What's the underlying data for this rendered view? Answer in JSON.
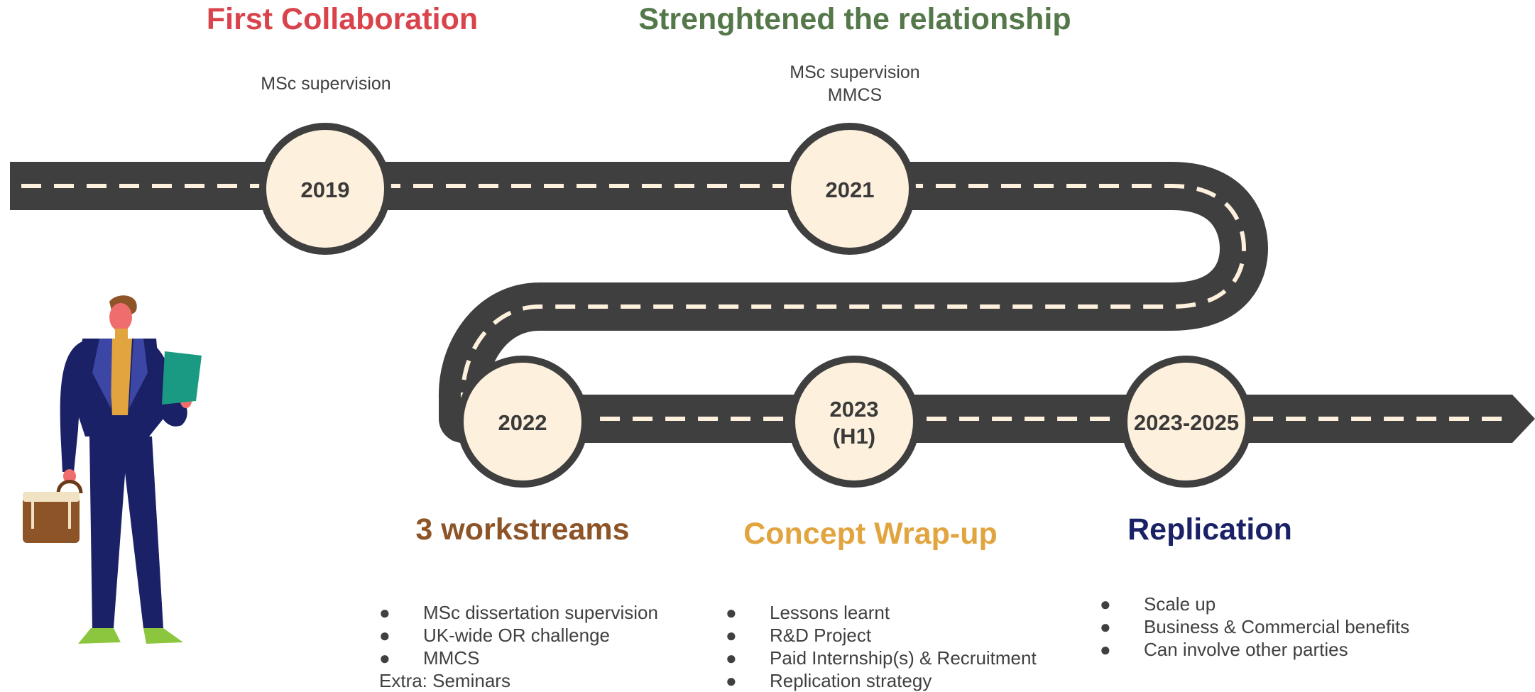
{
  "headings": {
    "first_collaboration": "First Collaboration",
    "strengthened": "Strenghtened the relationship",
    "workstreams": "3 workstreams",
    "concept_wrapup": "Concept Wrap-up",
    "replication": "Replication"
  },
  "notes": {
    "y2019": [
      "MSc supervision"
    ],
    "y2021": [
      "MSc supervision",
      "MMCS"
    ]
  },
  "milestones": {
    "m2019": {
      "line1": "2019",
      "line2": ""
    },
    "m2021": {
      "line1": "2021",
      "line2": ""
    },
    "m2022": {
      "line1": "2022",
      "line2": ""
    },
    "m2023": {
      "line1": "2023",
      "line2": "(H1)"
    },
    "m2025": {
      "line1": "2023-2025",
      "line2": ""
    }
  },
  "lists": {
    "workstreams": {
      "items": [
        "MSc dissertation supervision",
        "UK-wide OR challenge",
        "MMCS"
      ],
      "extra": "Extra: Seminars"
    },
    "concept_wrapup": {
      "items": [
        "Lessons learnt",
        "R&D Project",
        "Paid Internship(s) & Recruitment",
        "Replication strategy"
      ]
    },
    "replication": {
      "items": [
        "Scale up",
        "Business & Commercial benefits",
        "Can involve other parties"
      ]
    }
  },
  "bullet_glyph": "●",
  "icons": {
    "person": "businessman-with-briefcase-icon",
    "road": "winding-road-icon"
  },
  "colors": {
    "road": "#3f3f3f",
    "dash": "#fdf0dc",
    "circle_fill": "#fdf0dc",
    "circle_stroke": "#3f3f3f",
    "first_collaboration": "#d9434b",
    "strengthened": "#547849",
    "workstreams": "#8d5427",
    "concept_wrapup": "#e2a43f",
    "replication": "#1b2166"
  }
}
